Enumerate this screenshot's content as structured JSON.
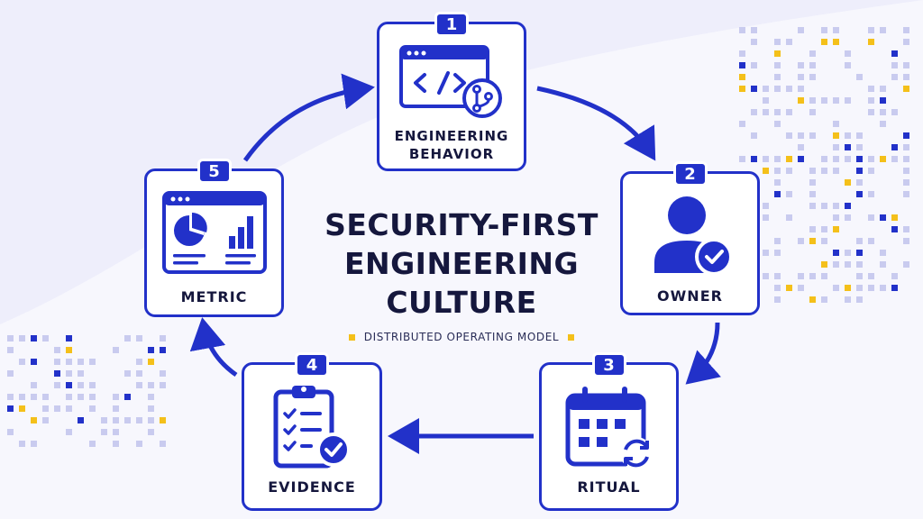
{
  "title": "SECURITY-FIRST\nENGINEERING\nCULTURE",
  "subtitle": "DISTRIBUTED OPERATING MODEL",
  "colors": {
    "primary": "#2231c9",
    "background": "#eeeefb",
    "accent": "#f4c01a",
    "text": "#15173d"
  },
  "steps": [
    {
      "number": "1",
      "label": "ENGINEERING\nBEHAVIOR",
      "icon": "code-window-git-icon"
    },
    {
      "number": "2",
      "label": "OWNER",
      "icon": "user-check-icon"
    },
    {
      "number": "3",
      "label": "RITUAL",
      "icon": "calendar-cycle-icon"
    },
    {
      "number": "4",
      "label": "EVIDENCE",
      "icon": "clipboard-checklist-icon"
    },
    {
      "number": "5",
      "label": "METRIC",
      "icon": "dashboard-chart-icon"
    }
  ]
}
